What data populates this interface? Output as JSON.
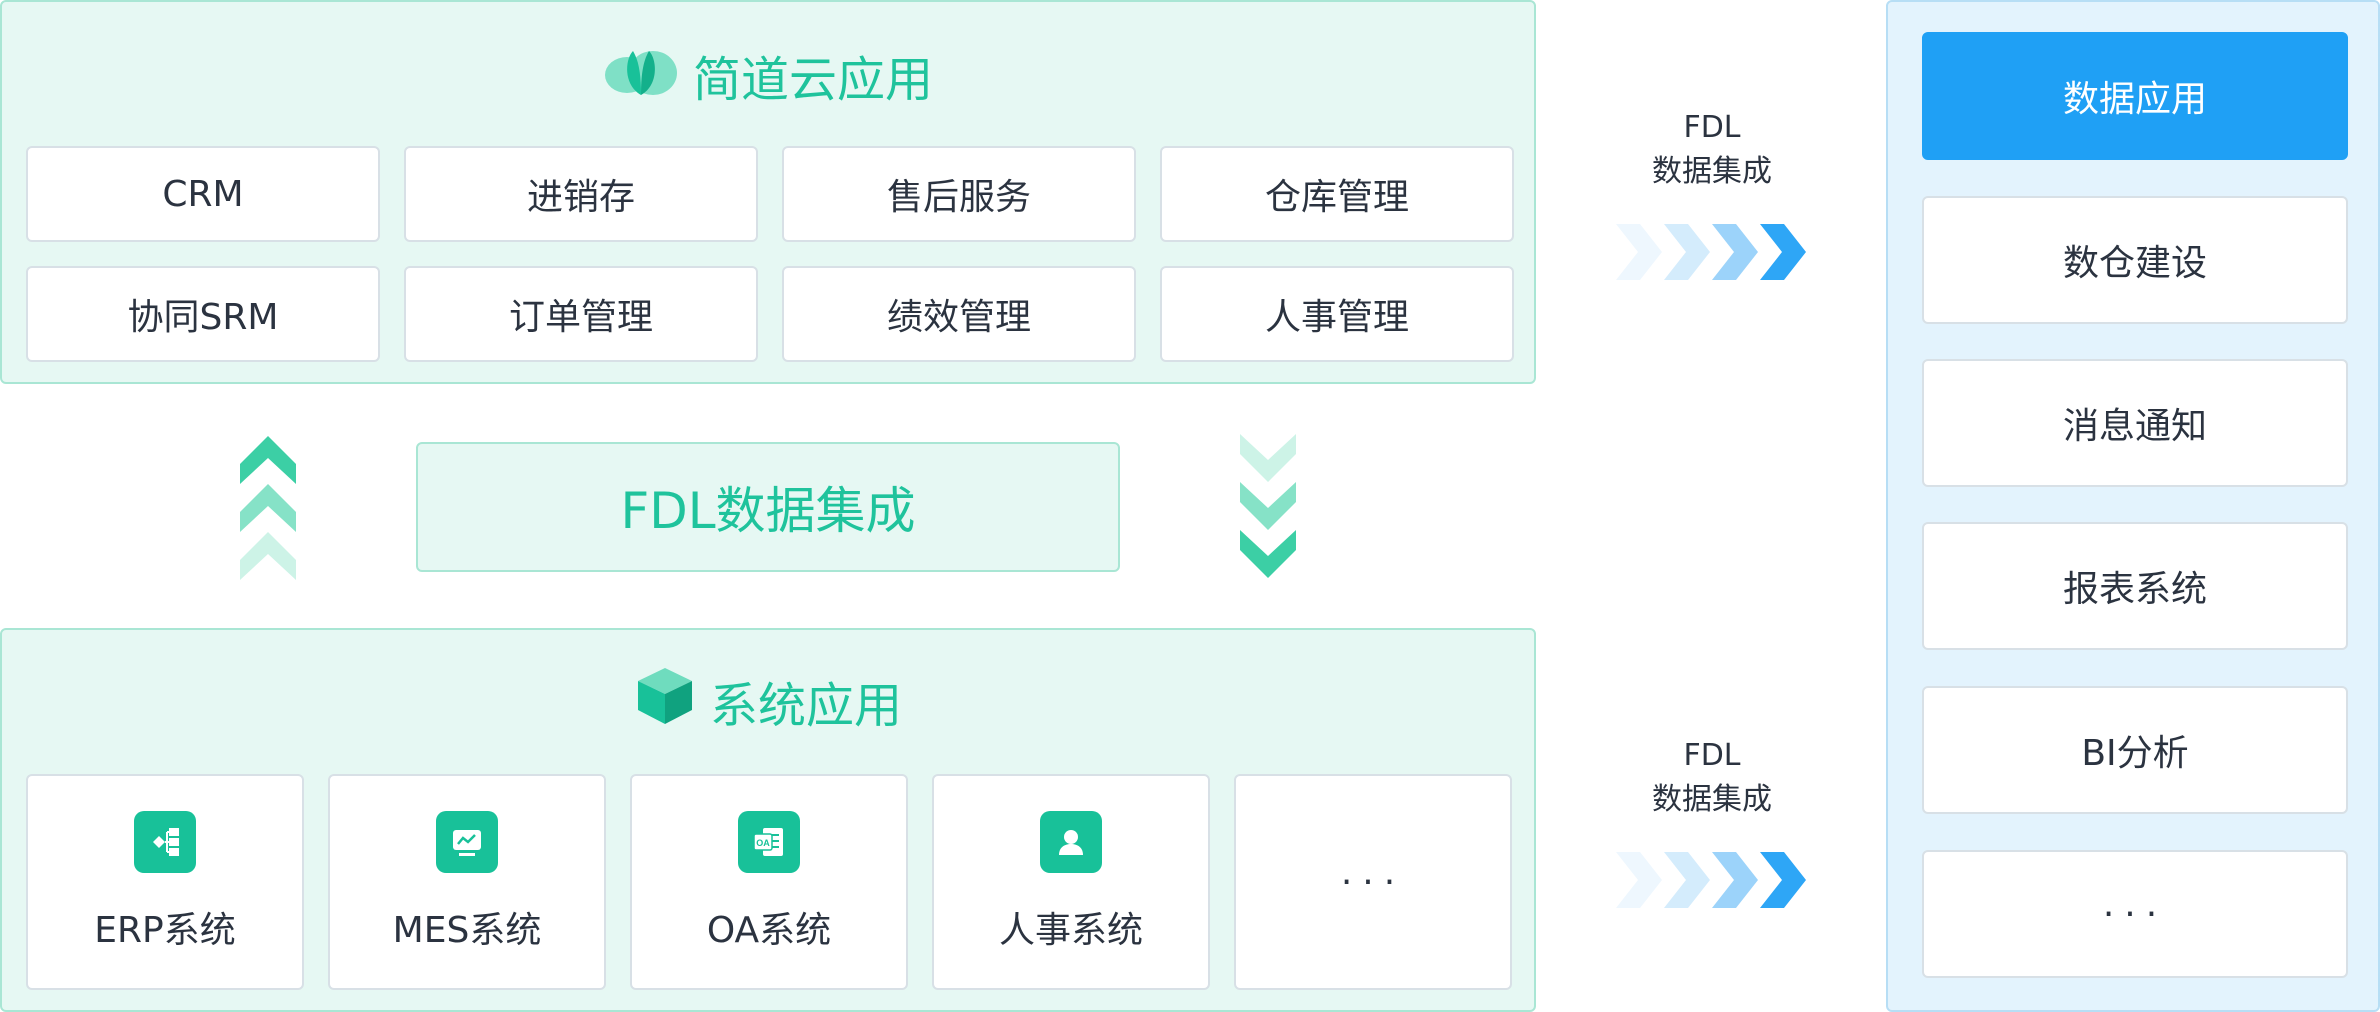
{
  "cloud_apps": {
    "title": "简道云应用",
    "icon": "cloud-leaf-icon",
    "items": [
      "CRM",
      "进销存",
      "售后服务",
      "仓库管理",
      "协同SRM",
      "订单管理",
      "绩效管理",
      "人事管理"
    ]
  },
  "integration_center": {
    "label": "FDL数据集成"
  },
  "system_apps": {
    "title": "系统应用",
    "icon": "cube-icon",
    "items": [
      {
        "label": "ERP系统",
        "icon": "flow-chart-icon"
      },
      {
        "label": "MES系统",
        "icon": "monitor-chart-icon"
      },
      {
        "label": "OA系统",
        "icon": "oa-document-icon"
      },
      {
        "label": "人事系统",
        "icon": "person-icon"
      },
      {
        "label": "···",
        "icon": ""
      }
    ]
  },
  "flow_labels": {
    "top": [
      "FDL",
      "数据集成"
    ],
    "bottom": [
      "FDL",
      "数据集成"
    ]
  },
  "data_apps": {
    "items": [
      "数据应用",
      "数仓建设",
      "消息通知",
      "报表系统",
      "BI分析",
      "···"
    ]
  },
  "colors": {
    "green_accent": "#1fc39c",
    "green_panel": "#e6f8f3",
    "blue_accent": "#1fa0f5",
    "blue_panel": "#e3f3fd"
  }
}
